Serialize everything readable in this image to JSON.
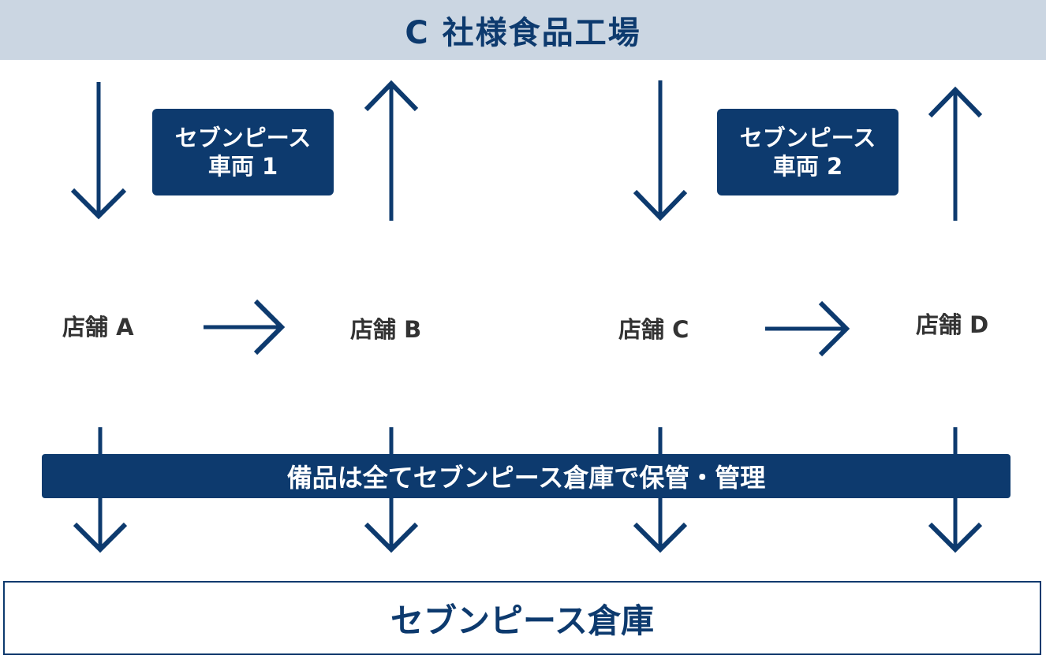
{
  "factory": {
    "title": "C 社様食品工場"
  },
  "vehicles": [
    {
      "line1": "セブンピース",
      "line2": "車両 1"
    },
    {
      "line1": "セブンピース",
      "line2": "車両 2"
    }
  ],
  "stores": [
    {
      "label": "店舗 A"
    },
    {
      "label": "店舗 B"
    },
    {
      "label": "店舗 C"
    },
    {
      "label": "店舗 D"
    }
  ],
  "storage_policy": {
    "text": "備品は全てセブンピース倉庫で保管・管理"
  },
  "warehouse": {
    "label": "セブンピース倉庫"
  },
  "colors": {
    "primary": "#0d3a6e",
    "banner_bg": "#cbd6e2",
    "text_dark": "#333333"
  }
}
